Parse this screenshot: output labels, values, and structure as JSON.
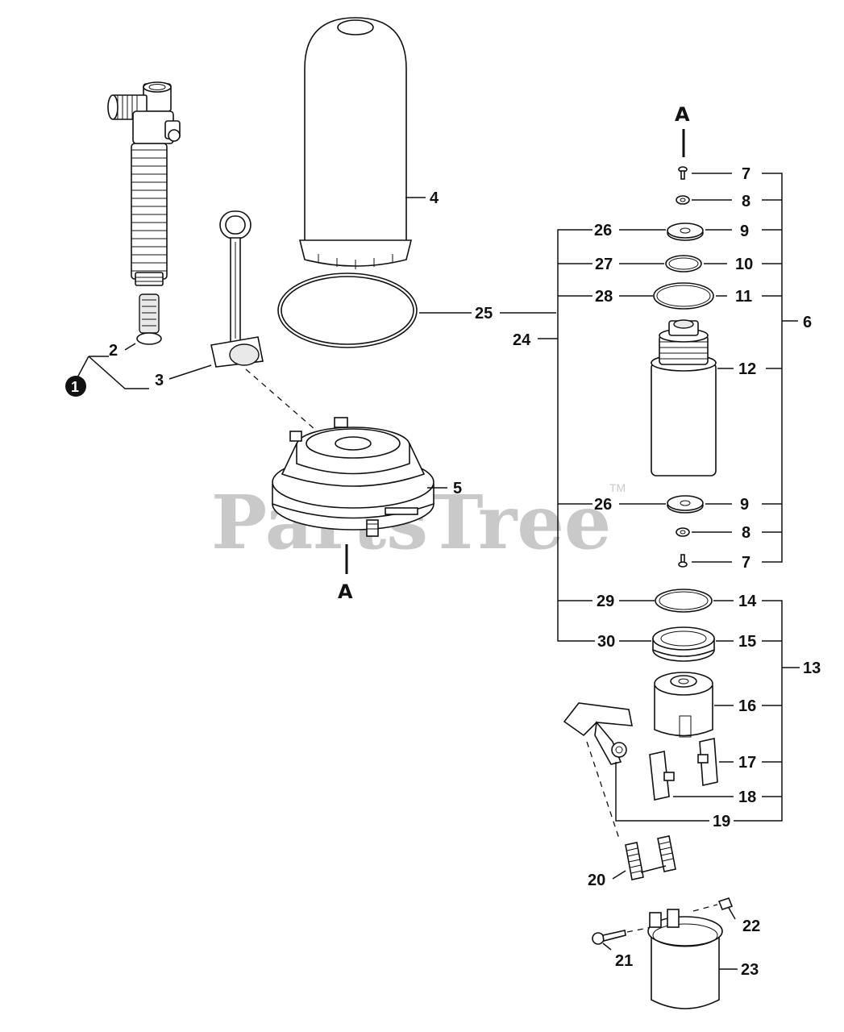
{
  "watermark": {
    "text": "PartsTree",
    "tm": "TM"
  },
  "section_marker": "A",
  "callouts": {
    "c1": "1",
    "c2": "2",
    "c3": "3",
    "c4": "4",
    "c5": "5",
    "c6": "6",
    "c7": "7",
    "c8": "8",
    "c9": "9",
    "c10": "10",
    "c11": "11",
    "c12": "12",
    "c13": "13",
    "c14": "14",
    "c15": "15",
    "c16": "16",
    "c17": "17",
    "c18": "18",
    "c19": "19",
    "c20": "20",
    "c21": "21",
    "c22": "22",
    "c23": "23",
    "c24": "24",
    "c25": "25",
    "c26": "26",
    "c27": "27",
    "c28": "28",
    "c29": "29",
    "c30": "30"
  }
}
